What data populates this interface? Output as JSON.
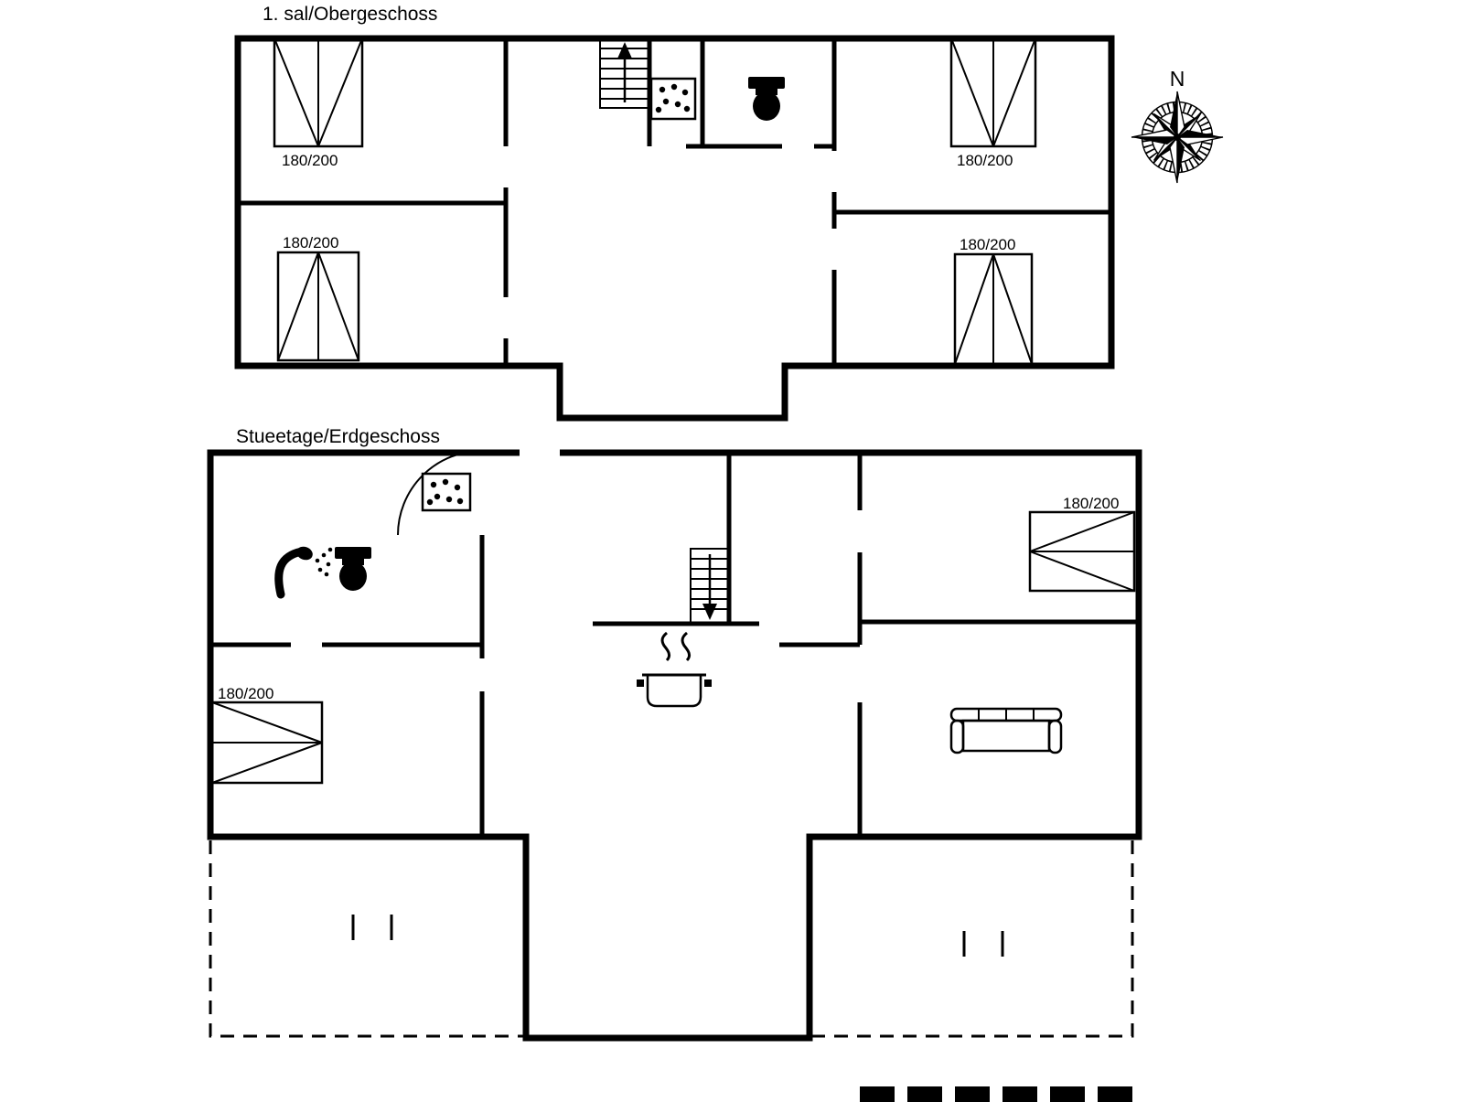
{
  "document": {
    "type": "floor-plan",
    "paper_color": "#ffffff",
    "ink_color": "#000000"
  },
  "upper_floor": {
    "title": "1. sal/Obergeschoss",
    "beds": [
      {
        "id": "upper-bed-top-left",
        "label": "180/200"
      },
      {
        "id": "upper-bed-mid-left",
        "label": "180/200"
      },
      {
        "id": "upper-bed-top-right",
        "label": "180/200"
      },
      {
        "id": "upper-bed-mid-right",
        "label": "180/200"
      }
    ],
    "icons": [
      "stairs-up-icon",
      "sink-icon",
      "toilet-icon"
    ]
  },
  "ground_floor": {
    "title": "Stueetage/Erdgeschoss",
    "beds": [
      {
        "id": "ground-bed-left",
        "label": "180/200"
      },
      {
        "id": "ground-bed-top-right",
        "label": "180/200"
      }
    ],
    "icons": [
      "sink-icon",
      "shower-icon",
      "toilet-icon",
      "stairs-down-icon",
      "stove-pot-icon",
      "sofa-icon",
      "terrace-posts",
      "terrace-edge-blocks"
    ]
  },
  "compass": {
    "north_label": "N"
  }
}
